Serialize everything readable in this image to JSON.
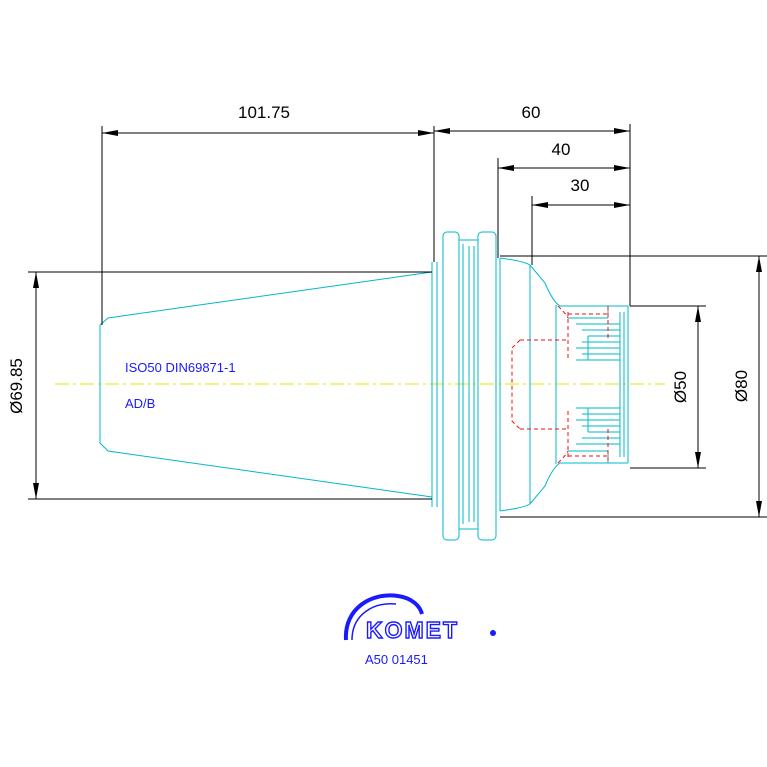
{
  "dimensions": {
    "taper_length": "101.75",
    "body_length": "60",
    "flange_length": "40",
    "bore_depth": "30",
    "taper_diameter": "Ø69.85",
    "bore_diameter": "Ø50",
    "outer_diameter": "Ø80"
  },
  "notes": {
    "standard": "ISO50 DIN69871-1",
    "variant": "AD/B"
  },
  "brand": {
    "logo": "KOMET",
    "article_number": "A50 01451"
  },
  "colors": {
    "dimension": "#000000",
    "part_outline": "#00b8c8",
    "hidden_line": "#ee1111",
    "center_line": "#e6e600",
    "annotation": "#1a1aff"
  }
}
